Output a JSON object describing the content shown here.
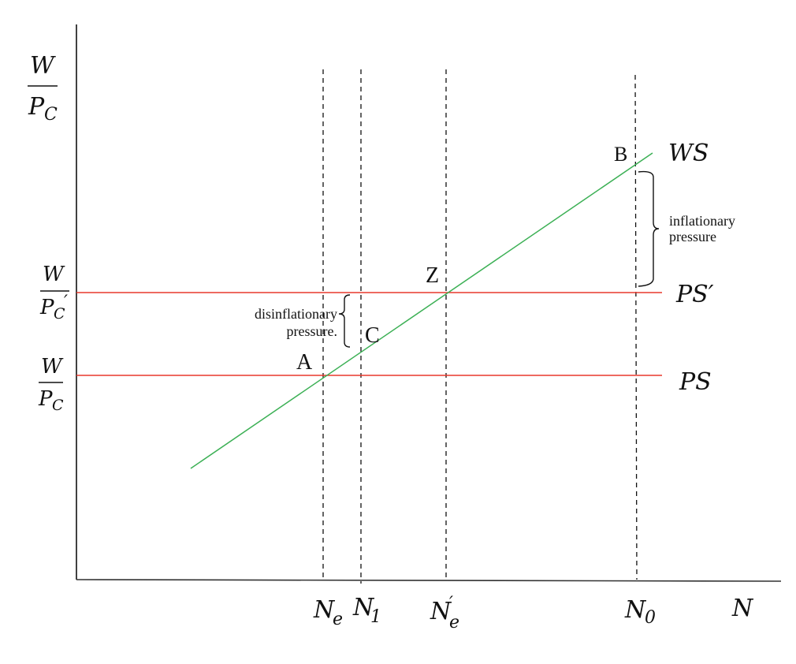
{
  "diagram": {
    "type": "labor-market WS-PS diagram",
    "y_axis": {
      "label_num": "W",
      "label_den": "P",
      "label_den_sub": "C"
    },
    "x_axis": {
      "label": "N"
    },
    "curves": {
      "ws": {
        "label": "WS",
        "color": "#3cb055"
      },
      "ps": {
        "label": "PS",
        "color": "#e8382d"
      },
      "ps_prime": {
        "label": "PS′",
        "color": "#e8382d"
      }
    },
    "y_ticks": {
      "ps_prime": {
        "num": "W",
        "den": "P",
        "sub": "C",
        "prime": "′"
      },
      "ps": {
        "num": "W",
        "den": "P",
        "sub": "C"
      }
    },
    "x_ticks": {
      "ne": {
        "main": "N",
        "sub": "e"
      },
      "n1": {
        "main": "N",
        "sub": "1"
      },
      "ne_prime": {
        "main": "N",
        "sub": "e",
        "prime": "′"
      },
      "n0": {
        "main": "N",
        "sub": "0"
      }
    },
    "points": {
      "a": "A",
      "b": "B",
      "c": "C",
      "z": "Z"
    },
    "annotations": {
      "disinflation_line1": "disinflationary",
      "disinflation_line2": "pressure.",
      "inflation_line1": "inflationary",
      "inflation_line2": "pressure"
    }
  }
}
